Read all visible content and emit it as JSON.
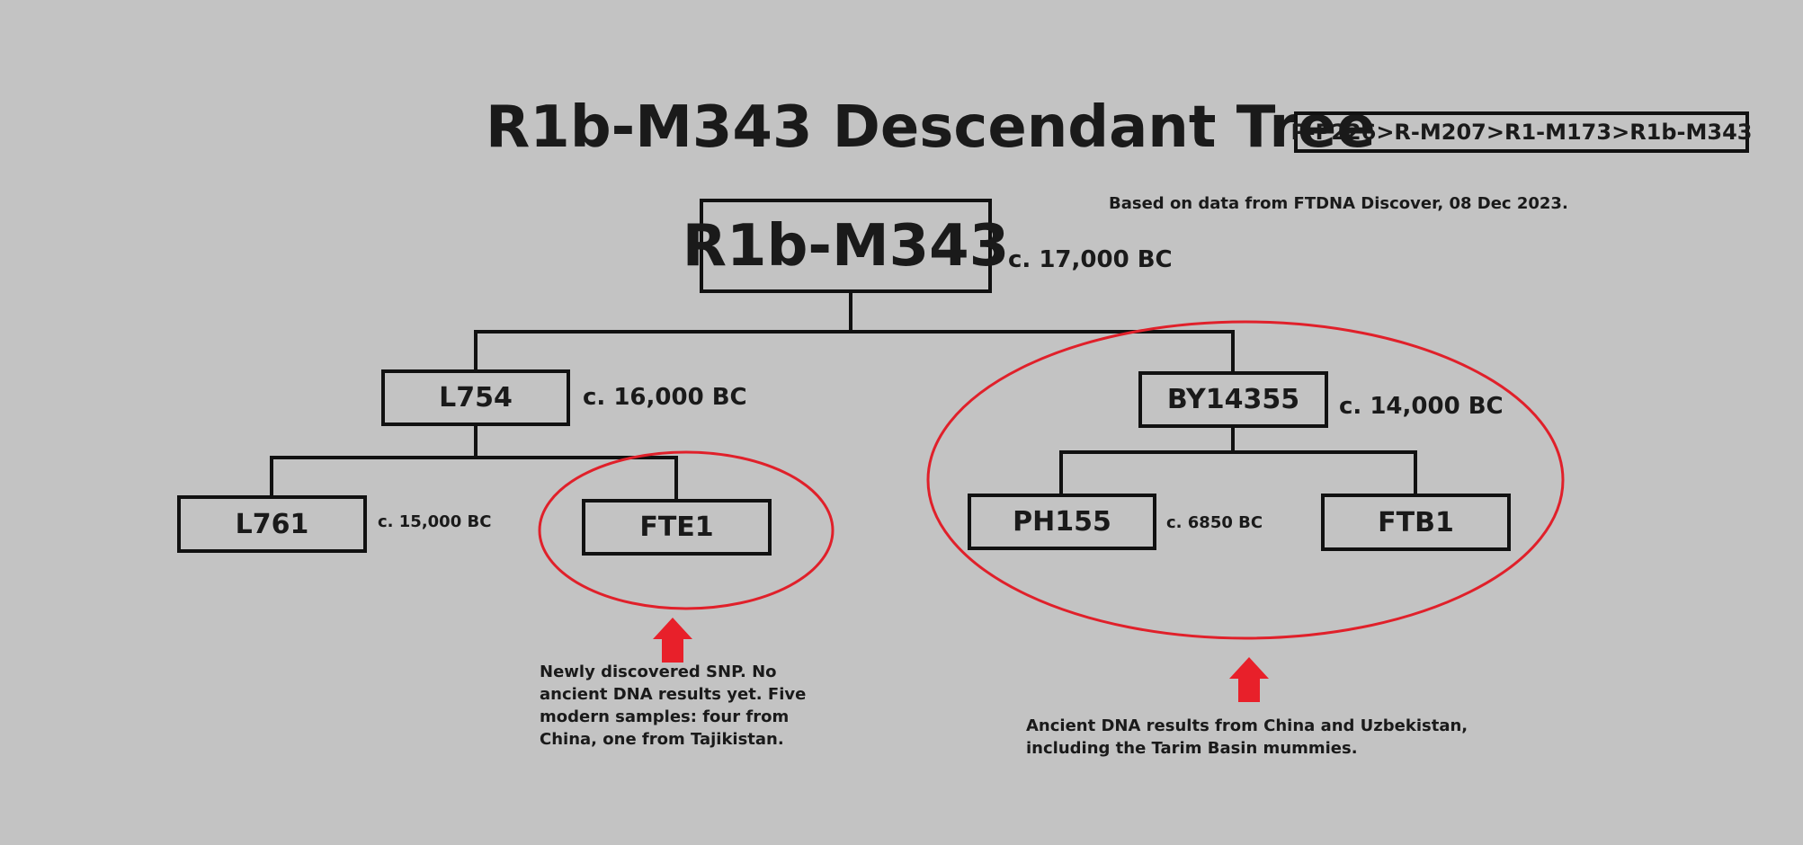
{
  "diagram": {
    "title": "R1b-M343 Descendant Tree",
    "lineage": "P-P226>R-M207>R1-M173>R1b-M343",
    "source_note": "Based on data from FTDNA Discover, 08 Dec 2023.",
    "colors": {
      "background": "#c3c3c3",
      "lines": "#111111",
      "highlight": "#e0202a"
    },
    "nodes": {
      "root": {
        "label": "R1b-M343",
        "date": "c. 17,000 BC"
      },
      "l754": {
        "label": "L754",
        "date": "c. 16,000 BC"
      },
      "by14355": {
        "label": "BY14355",
        "date": "c. 14,000 BC"
      },
      "l761": {
        "label": "L761",
        "date": "c. 15,000 BC"
      },
      "fte1": {
        "label": "FTE1"
      },
      "ph155": {
        "label": "PH155",
        "date": "c. 6850 BC"
      },
      "ftb1": {
        "label": "FTB1"
      }
    },
    "edges": [
      [
        "root",
        "l754"
      ],
      [
        "root",
        "by14355"
      ],
      [
        "l754",
        "l761"
      ],
      [
        "l754",
        "fte1"
      ],
      [
        "by14355",
        "ph155"
      ],
      [
        "by14355",
        "ftb1"
      ]
    ],
    "notes": {
      "fte1_note": "Newly discovered SNP. No ancient DNA results yet. Five modern samples: four from China, one from Tajikistan.",
      "by14355_note": "Ancient DNA results from China and Uzbekistan, including the Tarim Basin mummies."
    }
  }
}
